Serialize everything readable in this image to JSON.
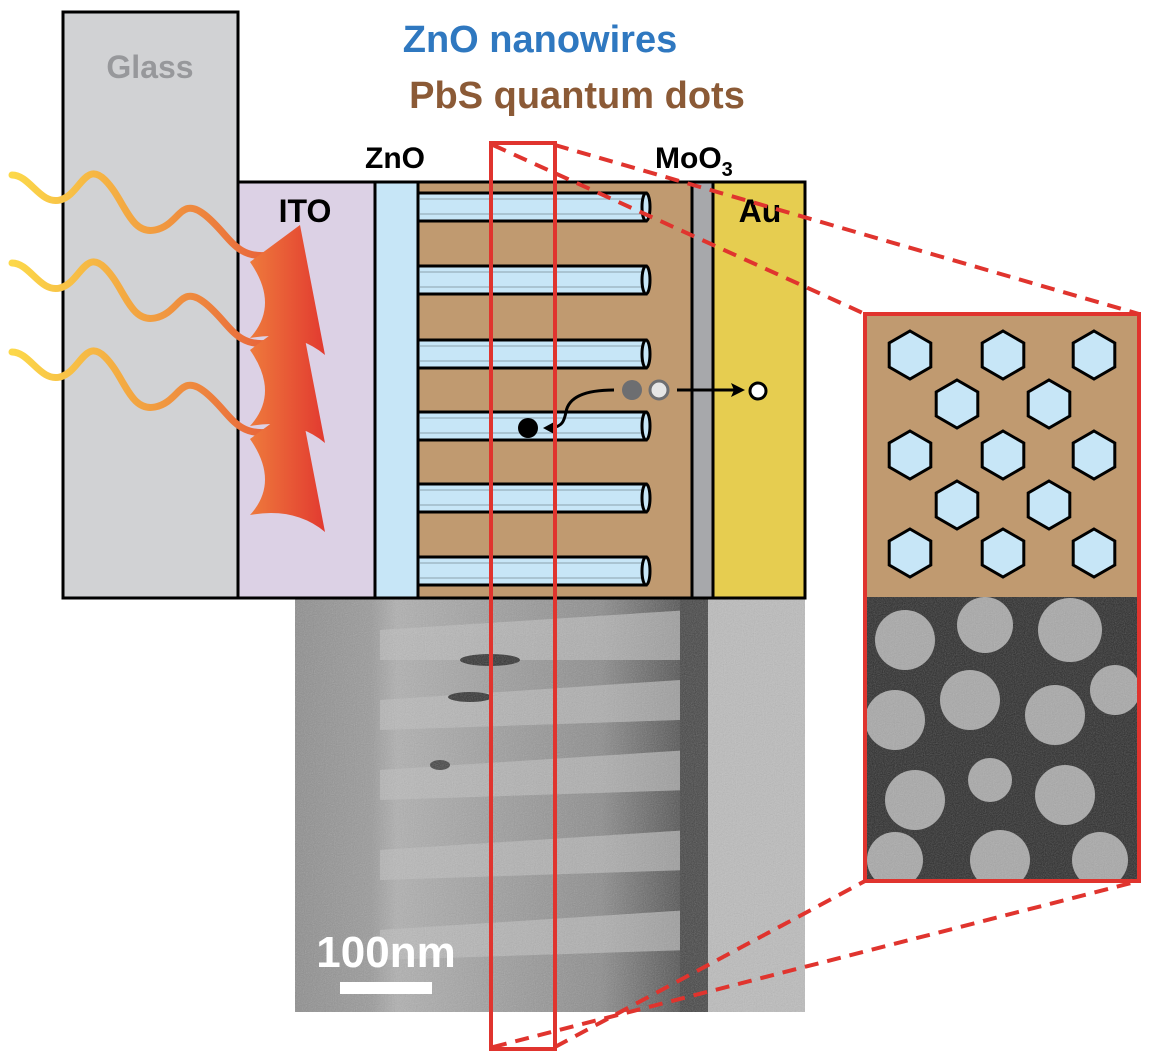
{
  "title": {
    "line1": "ZnO nanowires",
    "line2": "PbS quantum dots"
  },
  "layers": {
    "glass": "Glass",
    "ito": "ITO",
    "zno": "ZnO",
    "moo3_base": "MoO",
    "moo3_sub": "3",
    "au": "Au"
  },
  "scale_bar": {
    "label": "100nm"
  },
  "colors": {
    "title1": "#2f78c0",
    "title2": "#8b5a36",
    "glass": "#d1d2d4",
    "ito": "#dcd1e5",
    "zno": "#c7e6f7",
    "pbs": "#c09a70",
    "moo3": "#a7a8ab",
    "au": "#e6cd50",
    "highlight": "#e0342e"
  }
}
